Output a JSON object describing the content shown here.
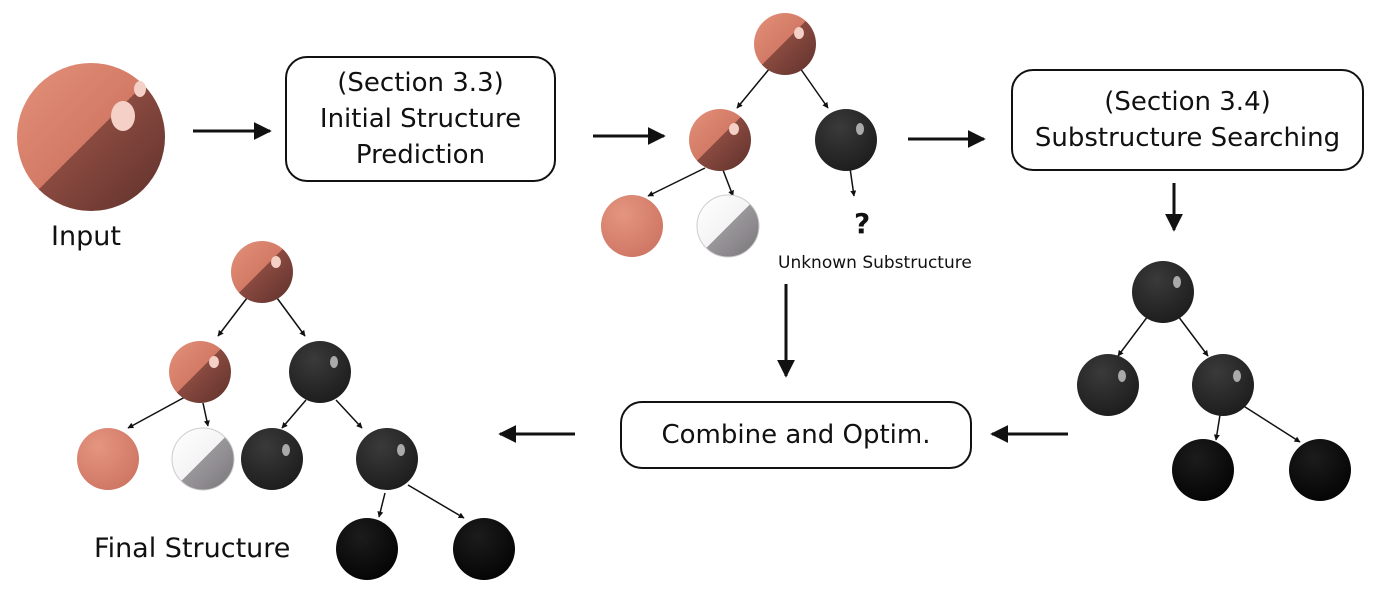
{
  "labels": {
    "input": "Input",
    "final_structure": "Final Structure",
    "unknown_substructure": "Unknown Substructure",
    "question_mark": "?"
  },
  "boxes": {
    "initial_prediction": {
      "section": "(Section 3.3)",
      "line1": "Initial Structure",
      "line2": "Prediction"
    },
    "substructure_search": {
      "section": "(Section 3.4)",
      "line1": "Substructure Searching"
    },
    "combine": {
      "line1": "Combine and Optim."
    }
  },
  "colors": {
    "pink_light": "#d9836d",
    "pink_dark": "#7a4036",
    "dark_sphere": "#262626",
    "black_sphere": "#080808",
    "white_half": "#ffffff",
    "gray_half": "#8f8c90",
    "arrow": "#111111"
  }
}
